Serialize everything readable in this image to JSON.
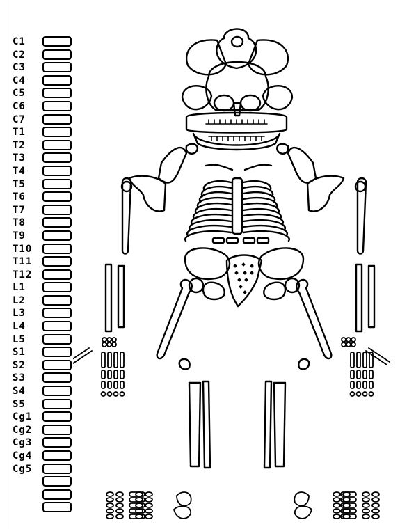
{
  "vertebra_labels": [
    "C1",
    "C2",
    "C3",
    "C4",
    "C5",
    "C6",
    "C7",
    "T1",
    "T2",
    "T3",
    "T4",
    "T5",
    "T6",
    "T7",
    "T8",
    "T9",
    "T10",
    "T11",
    "T12",
    "L1",
    "L2",
    "L3",
    "L4",
    "L5",
    "S1",
    "S2",
    "S3",
    "S4",
    "S5",
    "Cg1",
    "Cg2",
    "Cg3",
    "Cg4",
    "Cg5"
  ],
  "checkbox_count": 37,
  "colors": {
    "outline": "#000000",
    "background": "#ffffff",
    "rule": "#c8c8c8"
  }
}
